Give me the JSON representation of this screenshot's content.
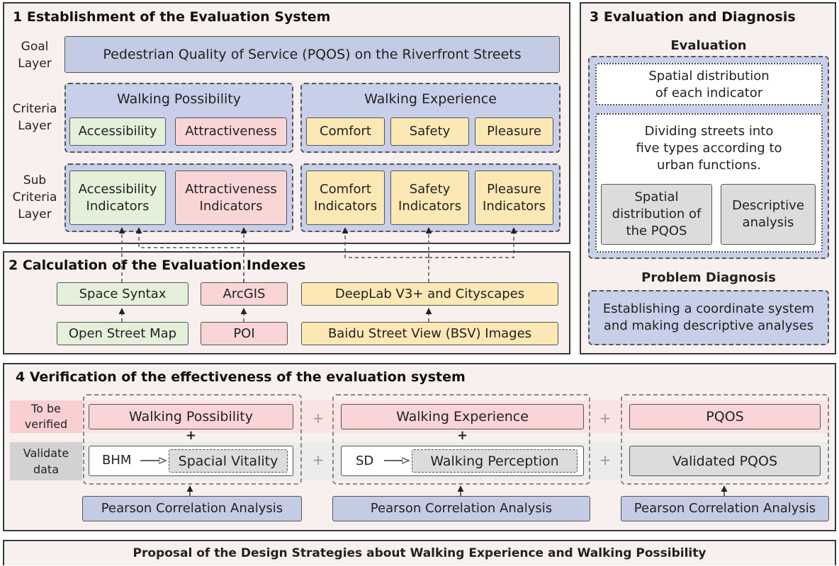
{
  "section1": {
    "title": "1 Establishment of the Evaluation System",
    "goal_label": "Goal\nLayer",
    "criteria_label": "Criteria\nLayer",
    "sub_label": "Sub\nCriteria\nLayer",
    "goal": "Pedestrian Quality of Service (PQOS) on the Riverfront Streets",
    "possibility": "Walking Possibility",
    "experience": "Walking Experience",
    "accessibility": "Accessibility",
    "attractiveness": "Attractiveness",
    "comfort": "Comfort",
    "safety": "Safety",
    "pleasure": "Pleasure",
    "acc_ind": "Accessibility\nIndicators",
    "att_ind": "Attractiveness\nIndicators",
    "com_ind": "Comfort\nIndicators",
    "saf_ind": "Safety\nIndicators",
    "ple_ind": "Pleasure\nIndicators"
  },
  "section2": {
    "title": "2 Calculation of the Evaluation Indexes",
    "space_syntax": "Space Syntax",
    "arcgis": "ArcGIS",
    "deeplab": "DeepLab V3+ and Cityscapes",
    "osm": "Open Street Map",
    "poi": "POI",
    "bsv": "Baidu Street View  (BSV) Images"
  },
  "section3": {
    "title": "3 Evaluation and Diagnosis",
    "evaluation": "Evaluation",
    "spatial_each": "Spatial distribution\nof each indicator",
    "dividing": "Dividing streets into\nfive types according to\nurban functions.",
    "spatial_pqos": "Spatial\ndistribution of\nthe PQOS",
    "descriptive": "Descriptive\nanalysis",
    "problem": "Problem Diagnosis",
    "coordinate": "Establishing a coordinate system\nand making descriptive analyses"
  },
  "section4": {
    "title": "4 Verification of the effectiveness of the evaluation system",
    "to_be_verified": "To be\nverified",
    "validate_data": "Validate\ndata",
    "plus": "+",
    "g1": {
      "top": "Walking Possibility",
      "src": "BHM",
      "tgt": "Spacial Vitality",
      "pearson": "Pearson Correlation Analysis"
    },
    "g2": {
      "top": "Walking Experience",
      "src": "SD",
      "tgt": "Walking Perception",
      "pearson": "Pearson Correlation Analysis"
    },
    "g3": {
      "top": "PQOS",
      "tgt": "Validated PQOS",
      "pearson": "Pearson Correlation Analysis"
    }
  },
  "footer": {
    "proposal": "Proposal of the Design Strategies about Walking Experience and Walking Possibility"
  }
}
